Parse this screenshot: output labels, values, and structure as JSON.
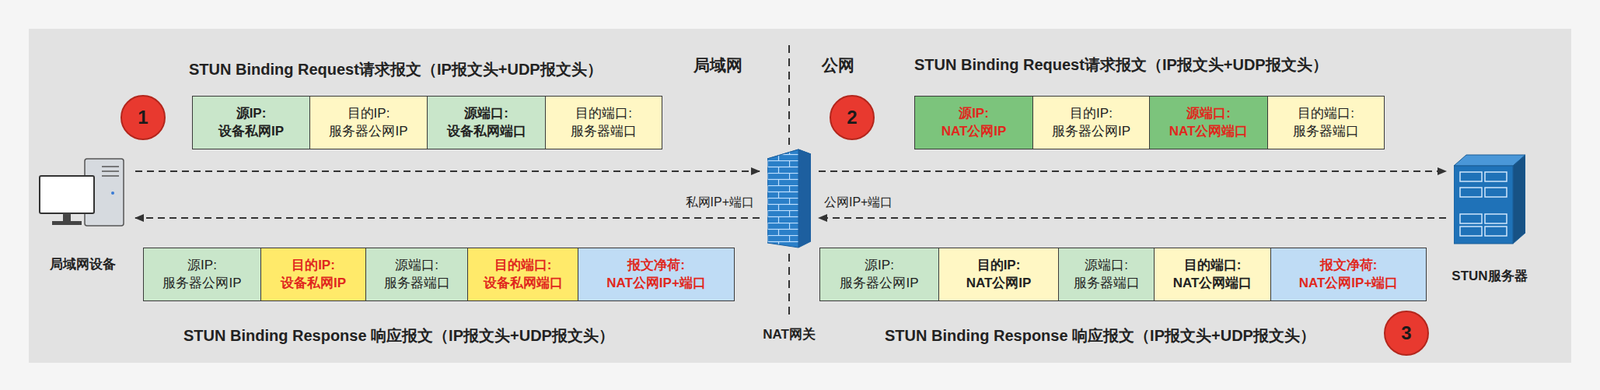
{
  "diagram": {
    "nodes": [
      {
        "text": [
          "1"
        ]
      },
      {
        "text": [
          "源IP:",
          "设备私网IP"
        ]
      },
      {
        "text": [
          "目的IP:",
          "服务器公网IP"
        ]
      },
      {
        "text": [
          "源端口:",
          "设备私网端口"
        ]
      },
      {
        "text": [
          "目的端口:",
          "服务器端口"
        ]
      },
      {
        "text": [
          "2"
        ]
      },
      {
        "text": [
          "源IP:",
          "NAT公网IP"
        ]
      },
      {
        "text": [
          "目的IP:",
          "服务器公网IP"
        ]
      },
      {
        "text": [
          "源端口:",
          "NAT公网端口"
        ]
      },
      {
        "text": [
          "目的端口:",
          "服务器端口"
        ]
      },
      {
        "text": [
          "局域网设备"
        ]
      },
      {
        "text": [
          "NAT网关"
        ]
      },
      {
        "text": [
          "STUN服务器"
        ]
      },
      {
        "text": [
          "源IP:",
          "服务器公网IP"
        ]
      },
      {
        "text": [
          "目的IP:",
          "设备私网IP"
        ]
      },
      {
        "text": [
          "源端口:",
          "服务器端口"
        ]
      },
      {
        "text": [
          "目的端口:",
          "设备私网端口"
        ]
      },
      {
        "text": [
          "报文净荷:",
          "NAT公网IP+端口"
        ]
      },
      {
        "text": [
          "源IP:",
          "服务器公网IP"
        ]
      },
      {
        "text": [
          "目的IP:",
          "NAT公网IP"
        ]
      },
      {
        "text": [
          "源端口:",
          "服务器端口"
        ]
      },
      {
        "text": [
          "目的端口:",
          "NAT公网端口"
        ]
      },
      {
        "text": [
          "报文净荷:",
          "NAT公网IP+端口"
        ]
      },
      {
        "text": [
          "3"
        ]
      }
    ],
    "edges": [
      {
        "from": 10,
        "to": 11,
        "arrow": "to"
      },
      {
        "from": 11,
        "to": 10,
        "label": "私网IP+端口",
        "arrow": "to"
      },
      {
        "from": 11,
        "to": 12,
        "arrow": "to"
      },
      {
        "from": 12,
        "to": 11,
        "label": "公网IP+端口",
        "arrow": "to"
      }
    ],
    "labels": [
      "STUN Binding Request请求报文（IP报文头+UDP报文头）",
      "局域网",
      "公网",
      "STUN Binding Request请求报文（IP报文头+UDP报文头）",
      "STUN Binding Response 响应报文（IP报文头+UDP报文头）",
      "STUN Binding Response 响应报文（IP报文头+UDP报文头）"
    ]
  }
}
